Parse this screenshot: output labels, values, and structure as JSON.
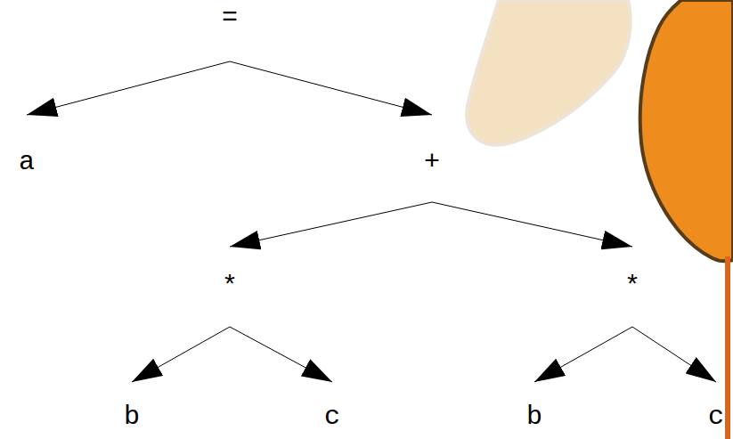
{
  "diagram": {
    "nodes": [
      {
        "text": [
          "="
        ]
      },
      {
        "text": [
          "a"
        ]
      },
      {
        "text": [
          "+"
        ]
      },
      {
        "text": [
          "*"
        ]
      },
      {
        "text": [
          "*"
        ]
      },
      {
        "text": [
          "b"
        ]
      },
      {
        "text": [
          "c"
        ]
      },
      {
        "text": [
          "b"
        ]
      },
      {
        "text": [
          "c"
        ]
      }
    ],
    "edges": [
      {
        "from": 0,
        "to": 1,
        "arrow": "to"
      },
      {
        "from": 0,
        "to": 2,
        "arrow": "to"
      },
      {
        "from": 2,
        "to": 3,
        "arrow": "to"
      },
      {
        "from": 2,
        "to": 4,
        "arrow": "to"
      },
      {
        "from": 3,
        "to": 5,
        "arrow": "to"
      },
      {
        "from": 3,
        "to": 6,
        "arrow": "to"
      },
      {
        "from": 4,
        "to": 7,
        "arrow": "to"
      },
      {
        "from": 4,
        "to": 8,
        "arrow": "to"
      }
    ]
  }
}
